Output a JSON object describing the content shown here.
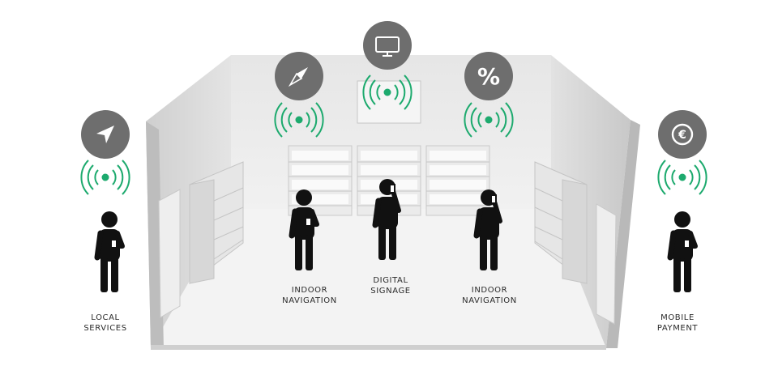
{
  "colors": {
    "signal": "#1daa6e",
    "badge": "#6e6e6e",
    "figure": "#111111",
    "wall_left": "#dcdcdc",
    "wall_back": "#ececec",
    "wall_right": "#d3d3d3",
    "floor": "#f4f4f4"
  },
  "nodes": [
    {
      "id": "local-services",
      "icon": "navigation-arrow-icon",
      "label_lines": [
        "LOCAL",
        "SERVICES"
      ]
    },
    {
      "id": "indoor-navigation-left",
      "icon": "compass-icon",
      "label_lines": [
        "INDOOR",
        "NAVIGATION"
      ]
    },
    {
      "id": "digital-signage",
      "icon": "monitor-icon",
      "label_lines": [
        "DIGITAL",
        "SIGNAGE"
      ]
    },
    {
      "id": "indoor-navigation-right",
      "icon": "percent-icon",
      "icon_text": "%",
      "label_lines": [
        "INDOOR",
        "NAVIGATION"
      ]
    },
    {
      "id": "mobile-payment",
      "icon": "euro-coin-icon",
      "icon_text": "€",
      "label_lines": [
        "MOBILE",
        "PAYMENT"
      ]
    }
  ]
}
